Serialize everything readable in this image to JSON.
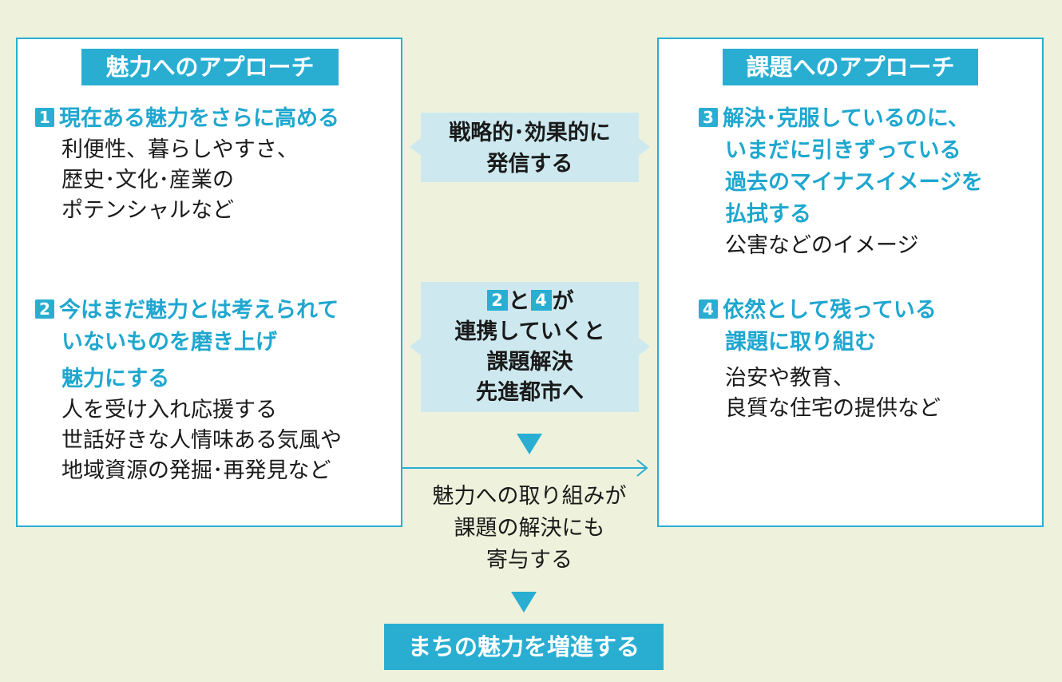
{
  "left_panel": {
    "header": "魅力へのアプローチ",
    "item1": {
      "number": "1",
      "title_lines": [
        "現在ある魅力をさらに高める"
      ],
      "desc_lines": [
        "利便性、暮らしやすさ、",
        "歴史･文化･産業の",
        "ポテンシャルなど"
      ]
    },
    "item2": {
      "number": "2",
      "title_lines": [
        "今はまだ魅力とは考えられて",
        "いないものを磨き上げ",
        "魅力にする"
      ],
      "desc_lines": [
        "人を受け入れ応援する",
        "世話好きな人情味ある気風や",
        "地域資源の発掘･再発見など"
      ]
    }
  },
  "right_panel": {
    "header": "課題へのアプローチ",
    "item3": {
      "number": "3",
      "title_lines": [
        "解決･克服しているのに、",
        "いまだに引きずっている",
        "過去のマイナスイメージを",
        "払拭する"
      ],
      "desc_lines": [
        "公害などのイメージ"
      ]
    },
    "item4": {
      "number": "4",
      "title_lines": [
        "依然として残っている",
        "課題に取り組む"
      ],
      "desc_lines": [
        "治安や教育、",
        "良質な住宅の提供など"
      ]
    }
  },
  "center": {
    "strategic_lines": [
      "戦略的･効果的に",
      "発信する"
    ],
    "collab": {
      "num_a": "2",
      "and": "と",
      "num_b": "4",
      "ga": "が",
      "lines": [
        "連携していくと",
        "課題解決",
        "先進都市へ"
      ]
    },
    "contrib_lines": [
      "魅力への取り組みが",
      "課題の解決にも",
      "寄与する"
    ]
  },
  "final": "まちの魅力を増進する",
  "colors": {
    "background": "#eef2dc",
    "accent": "#29aed2",
    "title_text": "#1fa7cf",
    "center_box": "#cde9ef"
  }
}
